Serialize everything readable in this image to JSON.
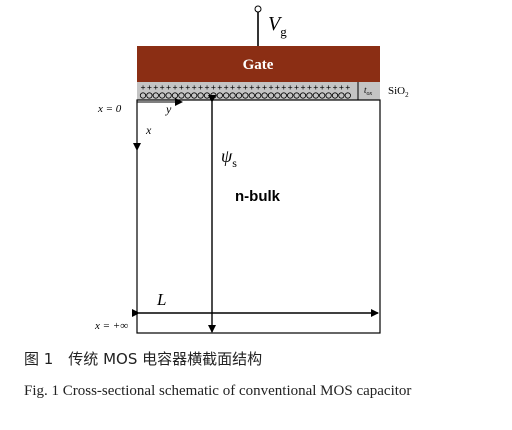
{
  "diagram": {
    "terminal_label": {
      "main": "V",
      "sub": "g"
    },
    "gate_label": "Gate",
    "oxide_label": {
      "main": "SiO",
      "sub": "2"
    },
    "oxide_thickness_label": {
      "main": "t",
      "sub": "ox"
    },
    "bulk_label": "n-bulk",
    "potential_label": {
      "main": "ψ",
      "sub": "s"
    },
    "length_label": "L",
    "x_axis_label": "x",
    "y_axis_label": "y",
    "surface_label": "x = 0",
    "depth_label": "x = +∞",
    "plus_charge_glyph": "+",
    "colors": {
      "gate": "#8b2e14",
      "oxide": "#c4c4c4",
      "bulk": "#ffffff",
      "line": "#000000"
    }
  },
  "caption": {
    "cn": "图 1　传统 MOS 电容器横截面结构",
    "en": "Fig. 1  Cross-sectional  schematic  of  conventional  MOS capacitor"
  }
}
